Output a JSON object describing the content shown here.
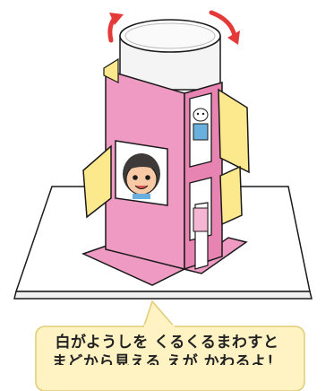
{
  "illustration": {
    "subject": "pop-up paper tower with rotating inner cylinder",
    "colors": {
      "tower_pink": "#ef9ac3",
      "tower_pink_dark": "#e784b2",
      "window_yellow": "#fde98d",
      "arrow_red": "#e53a3a",
      "callout_bg": "#fff3c4",
      "callout_border": "#e0cc77",
      "outline": "#1a1a1a"
    },
    "icons": [
      "rotate-left-arrow-icon",
      "rotate-right-arrow-icon",
      "child-face-icon",
      "figure-in-window-icon"
    ]
  },
  "callout": {
    "line1": "白がようしを くるくるまわすと",
    "line2": "まどから見える えが かわるよ！"
  }
}
